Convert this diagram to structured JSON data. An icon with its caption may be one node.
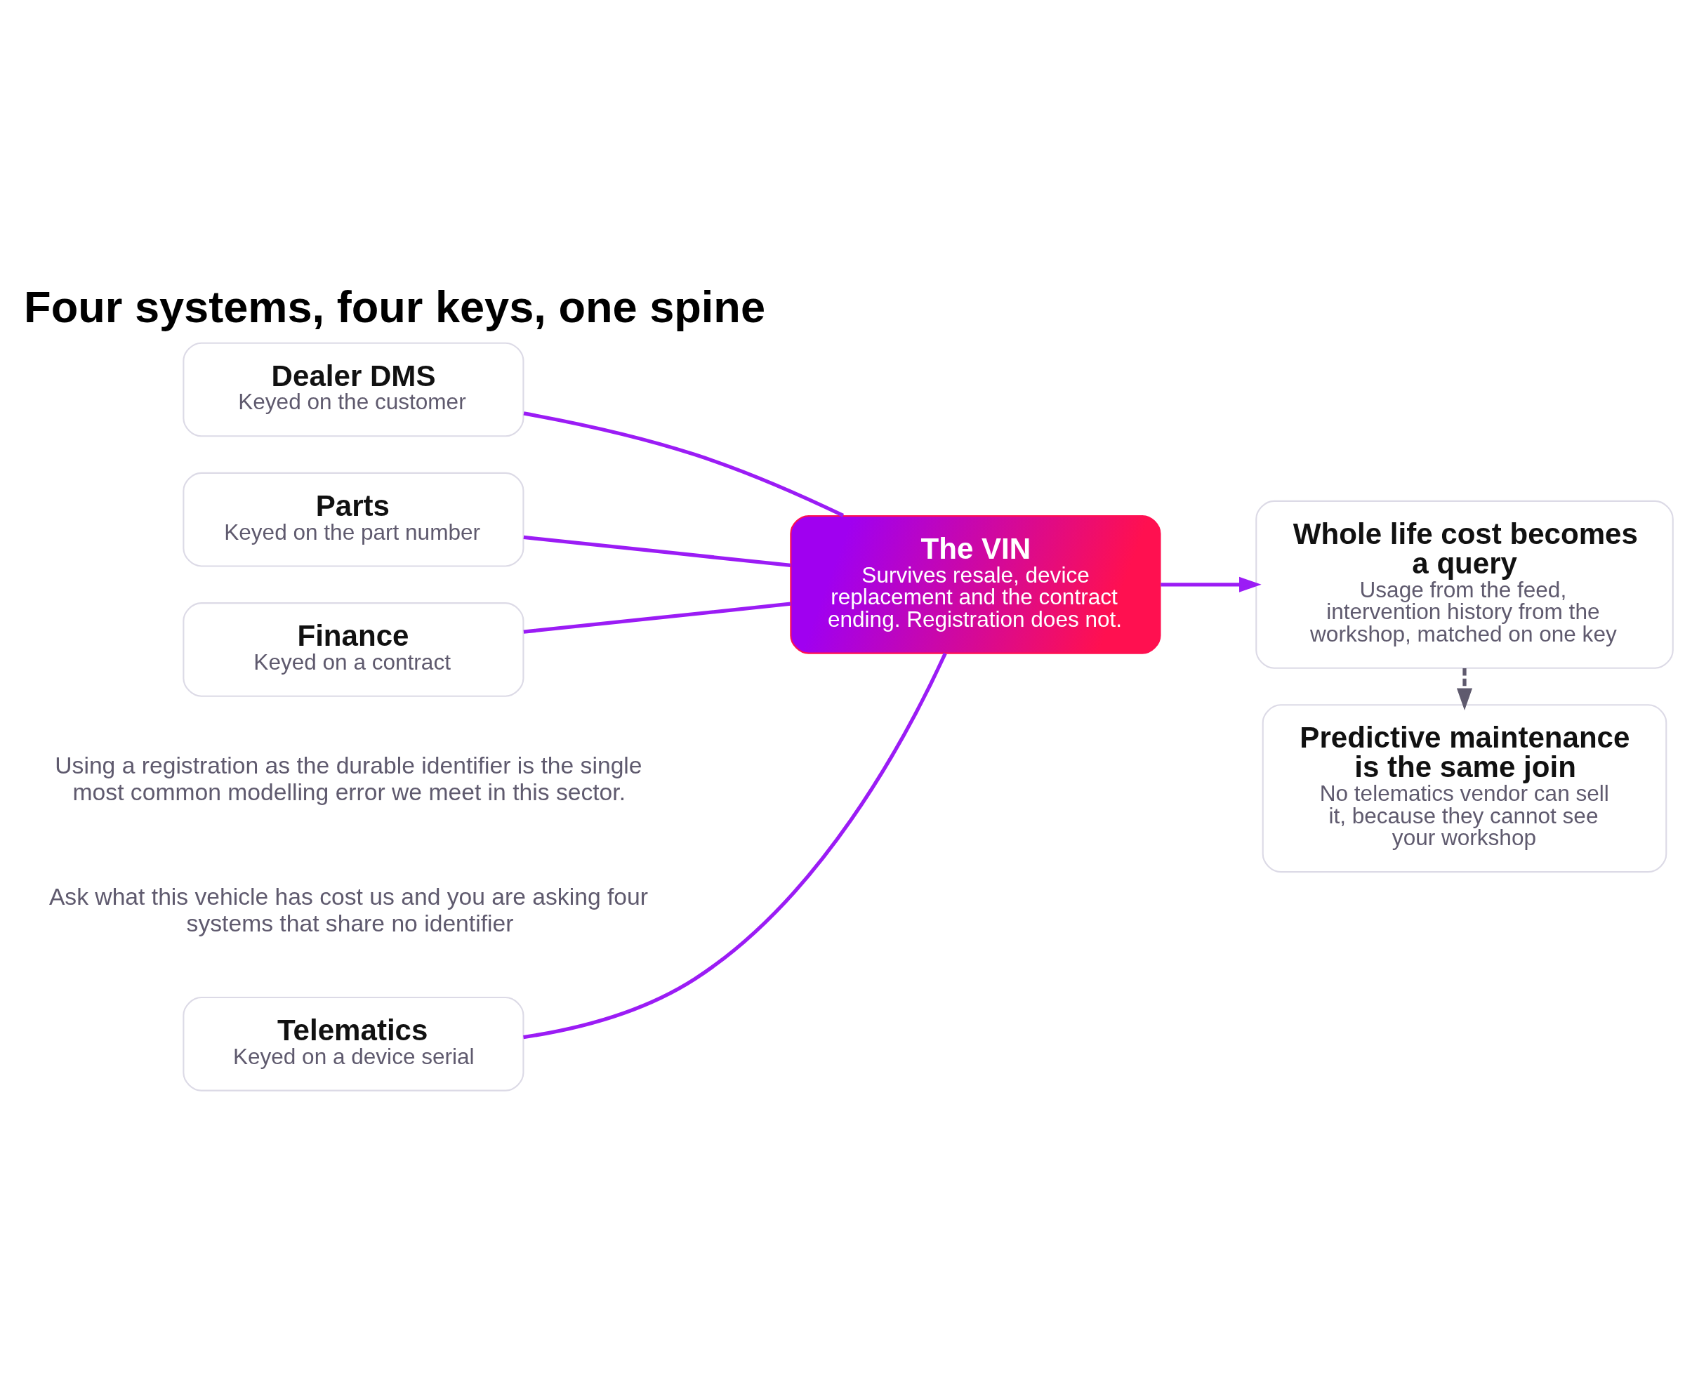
{
  "diagram": {
    "title": "Four systems, four keys, one spine",
    "nodes": [
      {
        "text": [
          "Telematics",
          "Keyed on a device serial"
        ]
      },
      {
        "text": [
          "Dealer DMS",
          "Keyed on the customer"
        ]
      },
      {
        "text": [
          "Parts",
          "Keyed on the part number"
        ]
      },
      {
        "text": [
          "Finance",
          "Keyed on a contract"
        ]
      },
      {
        "text": [
          "The VIN",
          "Survives resale, device replacement and the contract ending. Registration does not."
        ]
      },
      {
        "text": [
          "Whole life cost becomes a query",
          "Usage from the feed, intervention history from the workshop, matched on one key"
        ]
      },
      {
        "text": [
          "Predictive maintenance is the same join",
          "No telematics vendor can sell it, because they cannot see your workshop"
        ]
      }
    ],
    "edges": [
      {
        "from": 0,
        "to": 4,
        "arrow": "none"
      },
      {
        "from": 1,
        "to": 4,
        "arrow": "none"
      },
      {
        "from": 2,
        "to": 4,
        "arrow": "none"
      },
      {
        "from": 3,
        "to": 4,
        "arrow": "none"
      },
      {
        "from": 4,
        "to": 5,
        "arrow": "to"
      },
      {
        "from": 5,
        "to": 6,
        "arrow": "to",
        "style": "dashed",
        "color": "#5f5a6e"
      }
    ],
    "labels": [
      "Ask what this vehicle has cost us and you are asking four systems that share no identifier",
      "Using a registration as the durable identifier is the single most common modelling error we meet in this sector."
    ]
  }
}
